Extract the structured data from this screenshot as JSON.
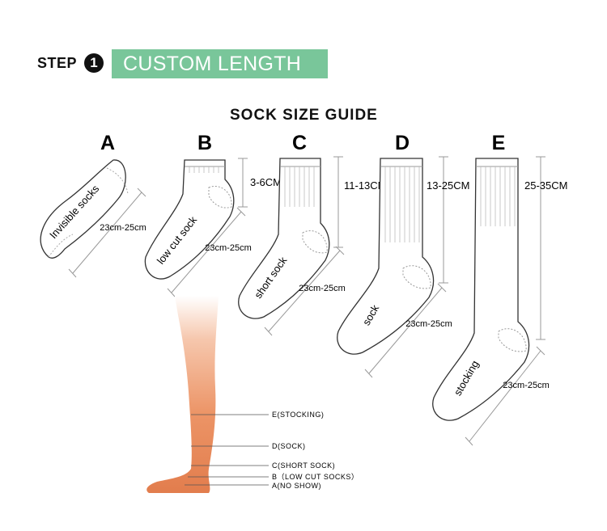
{
  "step": {
    "label": "STEP",
    "number": "1",
    "banner": "CUSTOM LENGTH"
  },
  "colors": {
    "banner": "#79c69a",
    "outline": "#333333",
    "dimension_line": "#999999",
    "leg": "#e8865a"
  },
  "guide_title": "SOCK SIZE GUIDE",
  "socks": [
    {
      "letter": "A",
      "name": "Invisible socks",
      "foot_length": "23cm-25cm",
      "height": ""
    },
    {
      "letter": "B",
      "name": "low cut sock",
      "foot_length": "23cm-25cm",
      "height": "3-6CM"
    },
    {
      "letter": "C",
      "name": "short sock",
      "foot_length": "23cm-25cm",
      "height": "11-13CM"
    },
    {
      "letter": "D",
      "name": "sock",
      "foot_length": "23cm-25cm",
      "height": "13-25CM"
    },
    {
      "letter": "E",
      "name": "stocking",
      "foot_length": "23cm-25cm",
      "height": "25-35CM"
    }
  ],
  "leg_labels": [
    "E(STOCKING)",
    "D(SOCK)",
    "C(SHORT SOCK)",
    "B（LOW CUT SOCKS）",
    "A(NO SHOW)"
  ]
}
